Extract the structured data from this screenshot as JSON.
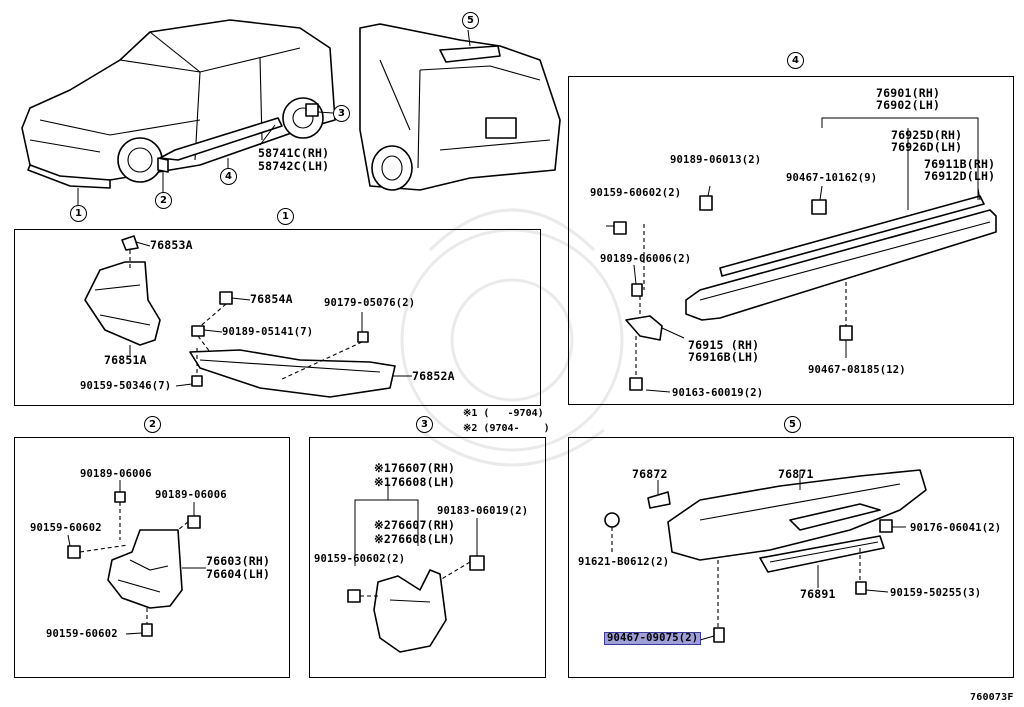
{
  "diagram_code": "760073F",
  "section_markers": {
    "m1": "1",
    "m2": "2",
    "m3": "3",
    "m4": "4",
    "m5": "5"
  },
  "overview_labels": {
    "side_mudguard_rh": "58741C(RH)",
    "side_mudguard_lh": "58742C(LH)"
  },
  "panel1": {
    "title": "1",
    "parts": {
      "p76853A": "76853A",
      "p76854A": "76854A",
      "p90179": "90179-05076(2)",
      "p90189_05141": "90189-05141(7)",
      "p76851A": "76851A",
      "p90159_50346": "90159-50346(7)",
      "p76852A": "76852A"
    }
  },
  "panel2": {
    "title": "2",
    "parts": {
      "p90189_a": "90189-06006",
      "p90189_b": "90189-06006",
      "p90159_a": "90159-60602",
      "p76603": "76603(RH)",
      "p76604": "76604(LH)",
      "p90159_b": "90159-60602"
    }
  },
  "panel3": {
    "title": "3",
    "notes": {
      "n1": "※1 (   -9704)",
      "n2": "※2 (9704-    )"
    },
    "parts": {
      "p1_76607": "※176607(RH)",
      "p1_76608": "※176608(LH)",
      "p90183": "90183-06019(2)",
      "p2_76607": "※276607(RH)",
      "p2_76608": "※276608(LH)",
      "p90159": "90159-60602(2)"
    }
  },
  "panel4": {
    "title": "4",
    "parts": {
      "p76901": "76901(RH)",
      "p76902": "76902(LH)",
      "p76925D": "76925D(RH)",
      "p76926D": "76926D(LH)",
      "p90189_06013": "90189-06013(2)",
      "p90159_60602": "90159-60602(2)",
      "p90467_10162": "90467-10162(9)",
      "p76911B": "76911B(RH)",
      "p76912D": "76912D(LH)",
      "p90189_06006": "90189-06006(2)",
      "p76915": "76915 (RH)",
      "p76916B": "76916B(LH)",
      "p90467_08185": "90467-08185(12)",
      "p90163": "90163-60019(2)"
    }
  },
  "panel5": {
    "title": "5",
    "parts": {
      "p76872": "76872",
      "p76871": "76871",
      "p90176": "90176-06041(2)",
      "p91621": "91621-B0612(2)",
      "p76891": "76891",
      "p90159_50255": "90159-50255(3)",
      "p90467_09075": "90467-09075(2)"
    }
  }
}
